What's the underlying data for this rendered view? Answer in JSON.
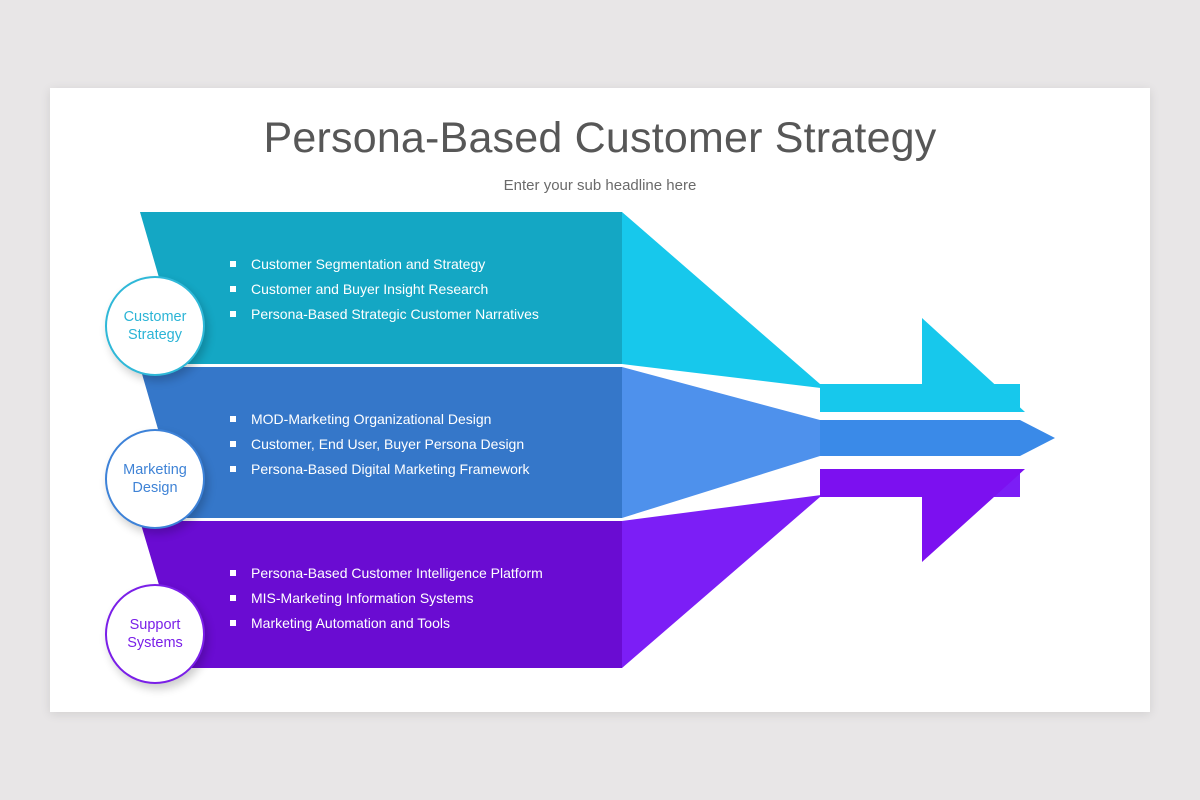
{
  "slide": {
    "title": "Persona-Based Customer Strategy",
    "subtitle": "Enter your sub headline here",
    "background_color": "#e8e6e7",
    "canvas_color": "#ffffff",
    "title_color": "#575757",
    "subtitle_color": "#6a6a6a"
  },
  "diagram": {
    "type": "converging-arrows",
    "direction": "left-to-right",
    "rows": [
      {
        "id": "customer-strategy",
        "badge": "Customer\nStrategy",
        "badge_line1": "Customer",
        "badge_line2": "Strategy",
        "body_color": "#14a7c4",
        "wing_color": "#17c8ec",
        "head_color": "#17c8ec",
        "accent_color": "#2bb4d6",
        "bullets": [
          "Customer Segmentation and Strategy",
          "Customer and Buyer Insight Research",
          "Persona-Based Strategic Customer Narratives"
        ]
      },
      {
        "id": "marketing-design",
        "badge": "Marketing\nDesign",
        "badge_line1": "Marketing",
        "badge_line2": "Design",
        "body_color": "#3577c9",
        "wing_color": "#4e91ec",
        "head_color": "#3a8ae8",
        "accent_color": "#3f83d6",
        "bullets": [
          "MOD-Marketing Organizational Design",
          "Customer, End User, Buyer Persona Design",
          "Persona-Based Digital Marketing Framework"
        ]
      },
      {
        "id": "support-systems",
        "badge": "Support\nSystems",
        "badge_line1": "Support",
        "badge_line2": "Systems",
        "body_color": "#6a0cd2",
        "wing_color": "#7c1ef6",
        "head_color": "#7c10f0",
        "accent_color": "#7a1fe8",
        "bullets": [
          "Persona-Based Customer Intelligence Platform",
          "MIS-Marketing Information Systems",
          "Marketing Automation and Tools"
        ]
      }
    ]
  }
}
